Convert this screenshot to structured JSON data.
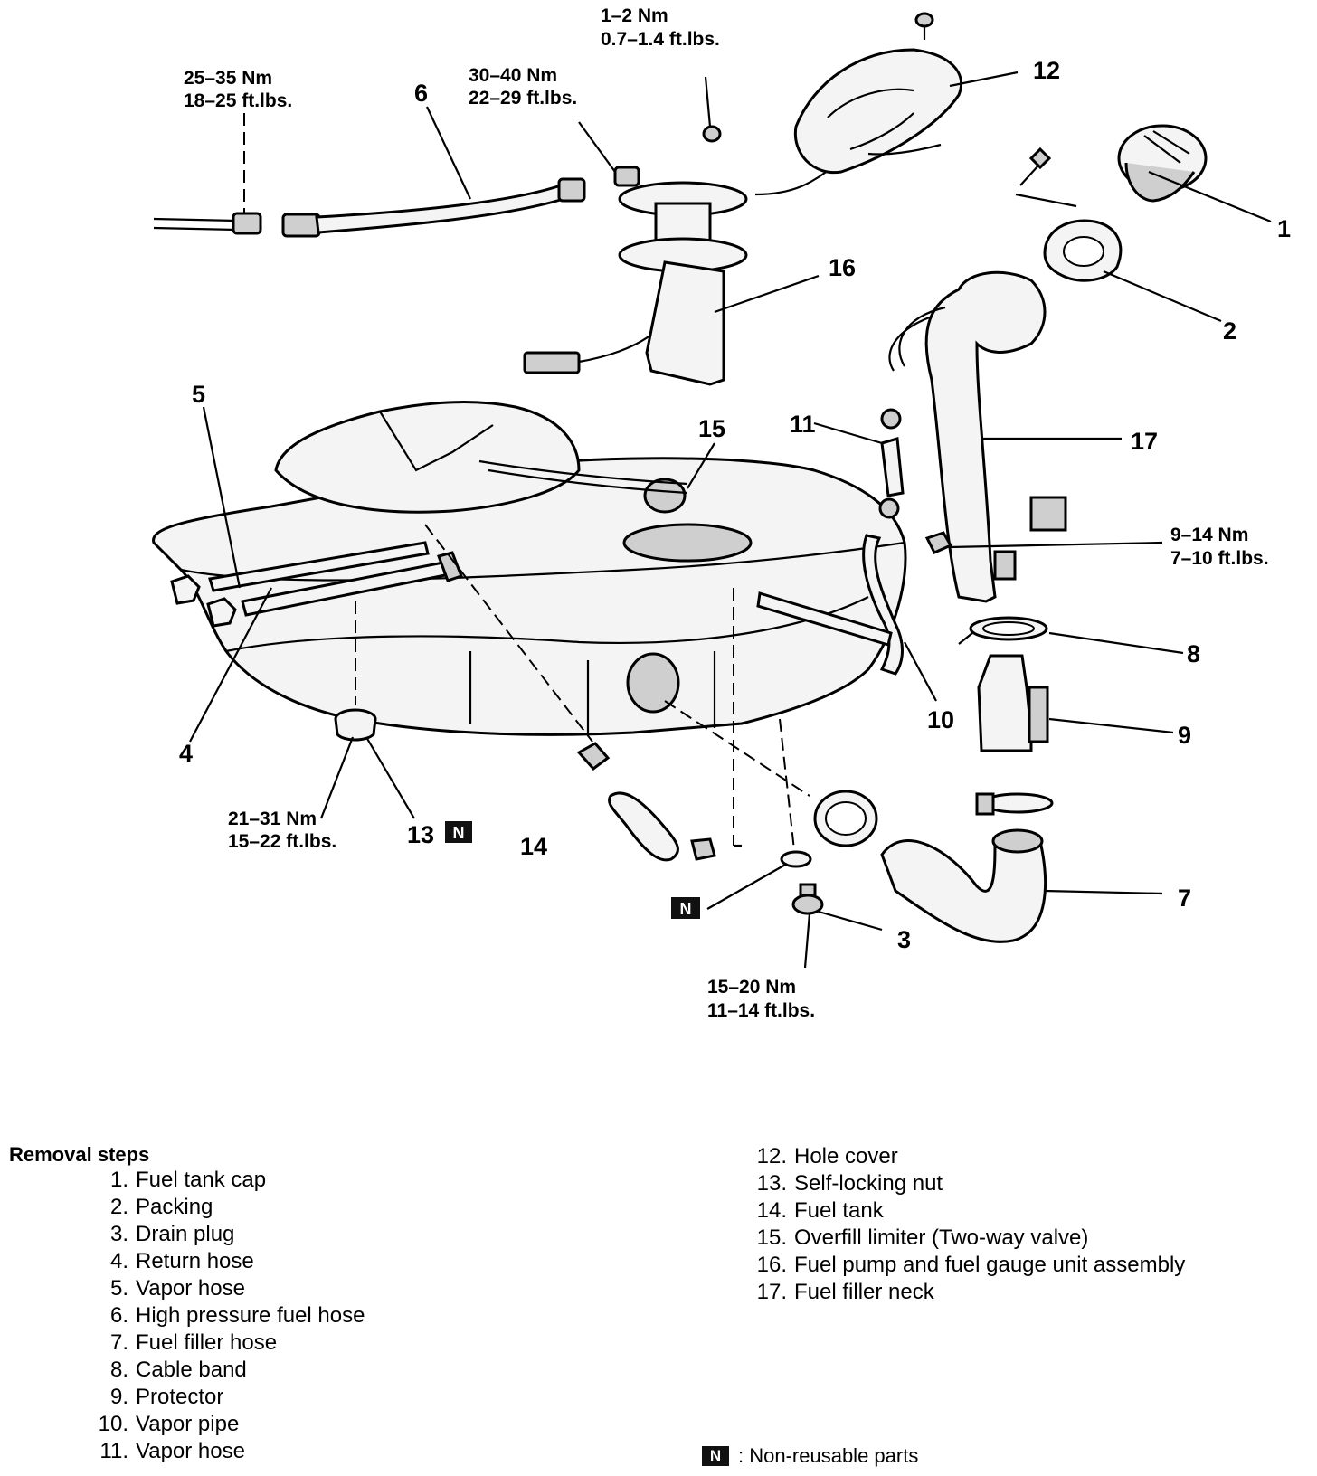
{
  "torque_specs": {
    "hose_joint": [
      "25–35 Nm",
      "18–25 ft.lbs."
    ],
    "pump_hose": [
      "30–40 Nm",
      "22–29 ft.lbs."
    ],
    "cover_screw": [
      "1–2 Nm",
      "0.7–1.4 ft.lbs."
    ],
    "filler_bolt": [
      "9–14 Nm",
      "7–10 ft.lbs."
    ],
    "tank_nut": [
      "21–31 Nm",
      "15–22 ft.lbs."
    ],
    "drain_plug": [
      "15–20 Nm",
      "11–14 ft.lbs."
    ]
  },
  "callouts": {
    "c1": "1",
    "c2": "2",
    "c3": "3",
    "c4": "4",
    "c5": "5",
    "c6": "6",
    "c7": "7",
    "c8": "8",
    "c9": "9",
    "c10": "10",
    "c11": "11",
    "c12": "12",
    "c13": "13",
    "c14": "14",
    "c15": "15",
    "c16": "16",
    "c17": "17"
  },
  "badge_text": "N",
  "removal_steps": {
    "title": "Removal steps",
    "items": [
      {
        "num": "1.",
        "label": "Fuel tank cap"
      },
      {
        "num": "2.",
        "label": "Packing"
      },
      {
        "num": "3.",
        "label": "Drain plug"
      },
      {
        "num": "4.",
        "label": "Return hose"
      },
      {
        "num": "5.",
        "label": "Vapor hose"
      },
      {
        "num": "6.",
        "label": "High pressure fuel hose"
      },
      {
        "num": "7.",
        "label": "Fuel filler hose"
      },
      {
        "num": "8.",
        "label": "Cable band"
      },
      {
        "num": "9.",
        "label": "Protector"
      },
      {
        "num": "10.",
        "label": "Vapor pipe"
      },
      {
        "num": "11.",
        "label": "Vapor hose"
      },
      {
        "num": "12.",
        "label": "Hole cover"
      },
      {
        "num": "13.",
        "label": "Self-locking nut"
      },
      {
        "num": "14.",
        "label": "Fuel tank"
      },
      {
        "num": "15.",
        "label": "Overfill limiter (Two-way valve)"
      },
      {
        "num": "16.",
        "label": "Fuel pump and fuel gauge unit assembly"
      },
      {
        "num": "17.",
        "label": "Fuel filler neck"
      }
    ]
  },
  "legend_note": ": Non-reusable parts"
}
